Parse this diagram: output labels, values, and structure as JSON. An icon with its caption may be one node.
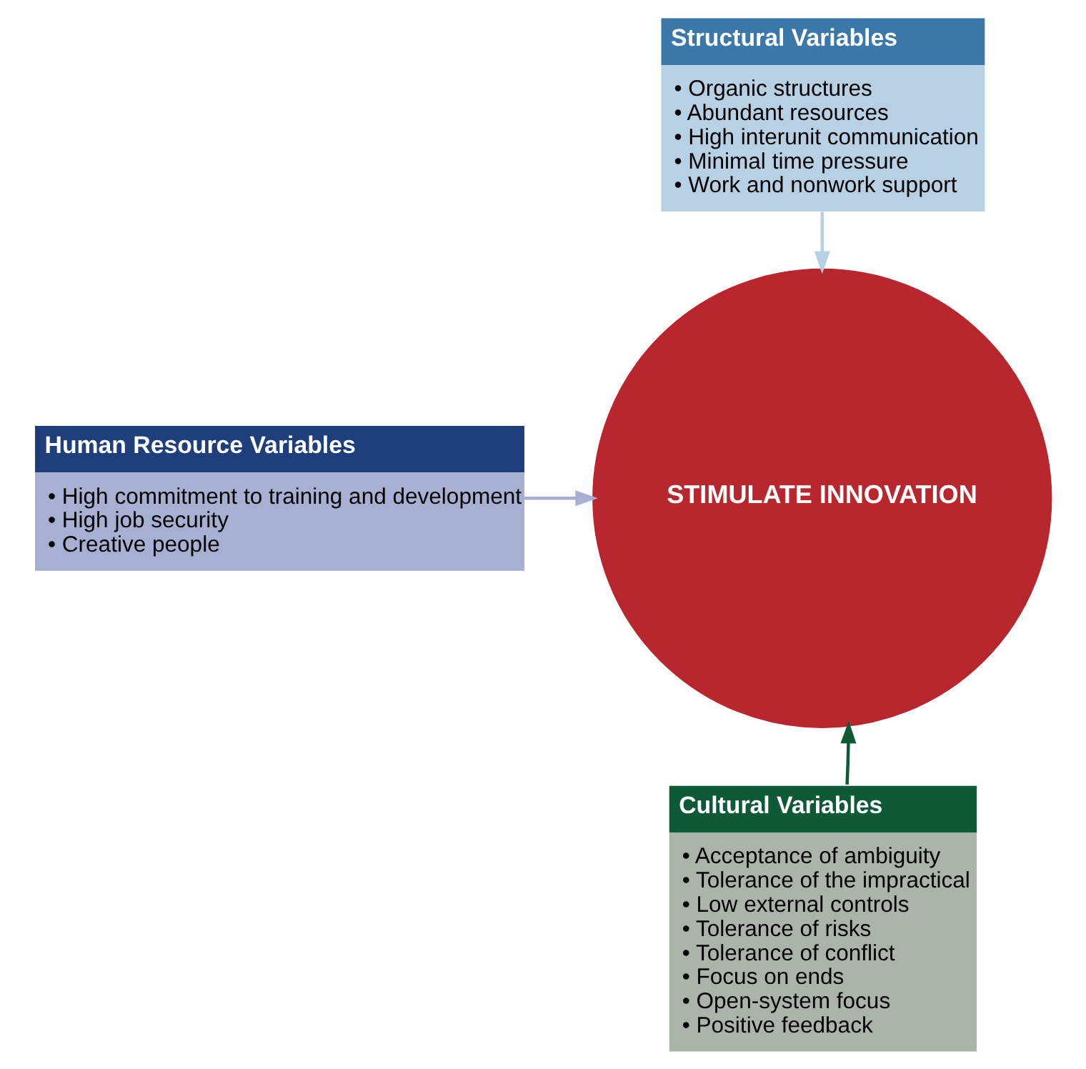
{
  "diagram": {
    "nodes": [
      {
        "text": [
          "Structural Variables",
          "• Organic structures",
          "• Abundant resources",
          "• High interunit communication",
          "• Minimal time pressure",
          "• Work and nonwork support"
        ]
      },
      {
        "text": [
          "Human Resource Variables",
          "• High commitment to training and development",
          "• High job security",
          "• Creative people"
        ]
      },
      {
        "text": [
          "STIMULATE INNOVATION"
        ]
      },
      {
        "text": [
          "Cultural Variables",
          "• Acceptance of ambiguity",
          "• Tolerance of the impractical",
          "• Low external controls",
          "• Tolerance of risks",
          "• Tolerance of conflict",
          "• Focus on ends",
          "• Open-system focus",
          "• Positive feedback"
        ]
      }
    ],
    "edges": [
      {
        "from": 0,
        "to": 2,
        "arrow": "to",
        "color": "#b7d0e4"
      },
      {
        "from": 1,
        "to": 2,
        "arrow": "to",
        "color": "#a7b0d2"
      },
      {
        "from": 3,
        "to": 2,
        "arrow": "to",
        "color": "#0f5a36"
      }
    ]
  }
}
